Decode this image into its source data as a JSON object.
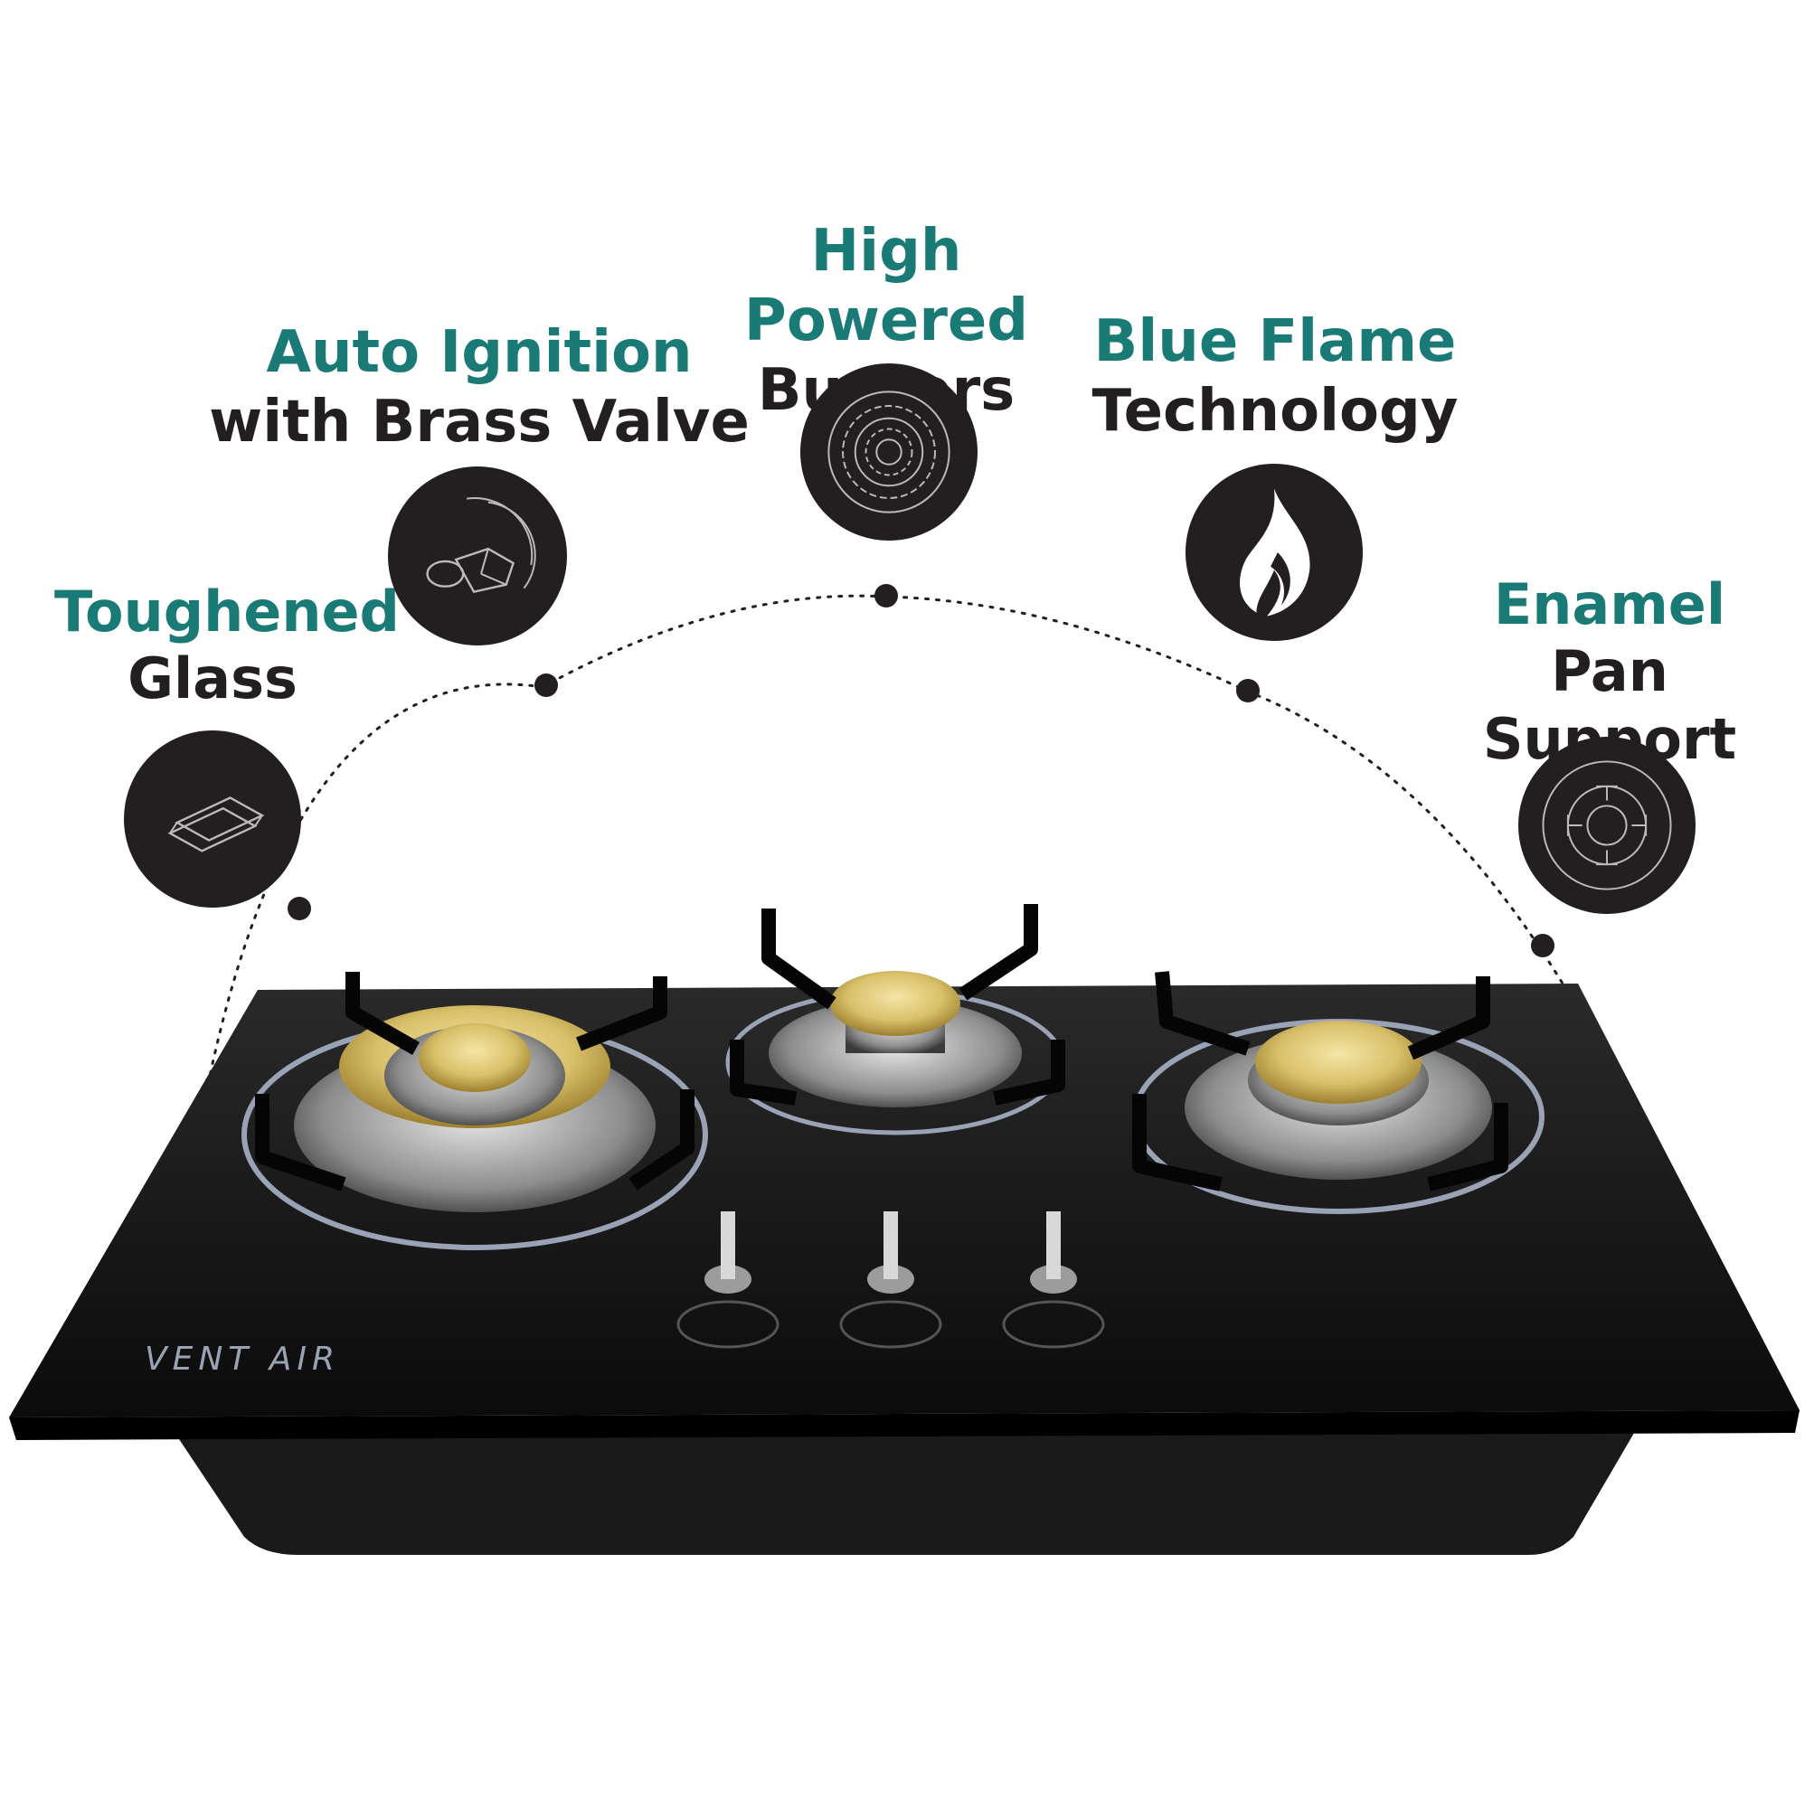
{
  "features": [
    {
      "id": "toughened-glass",
      "highlight": "Toughened",
      "subtitle": "Glass",
      "icon": "glass-sheet-icon"
    },
    {
      "id": "auto-ignition",
      "highlight": "Auto Ignition",
      "subtitle": "with Brass Valve",
      "icon": "brass-valve-icon"
    },
    {
      "id": "high-powered",
      "highlight": "High Powered",
      "subtitle": "Burners",
      "icon": "burner-rings-icon"
    },
    {
      "id": "blue-flame",
      "highlight": "Blue Flame",
      "subtitle": "Technology",
      "icon": "flame-icon"
    },
    {
      "id": "enamel",
      "highlight": "Enamel",
      "subtitle": "Pan Support",
      "icon": "pan-support-icon"
    }
  ],
  "product": {
    "brand_logo": "VENT AIR",
    "burner_count": 3,
    "knob_count": 3
  },
  "colors": {
    "accent": "#1a7a76",
    "dark": "#231f20",
    "brass": "#d9c06a",
    "glass": "#141414"
  }
}
